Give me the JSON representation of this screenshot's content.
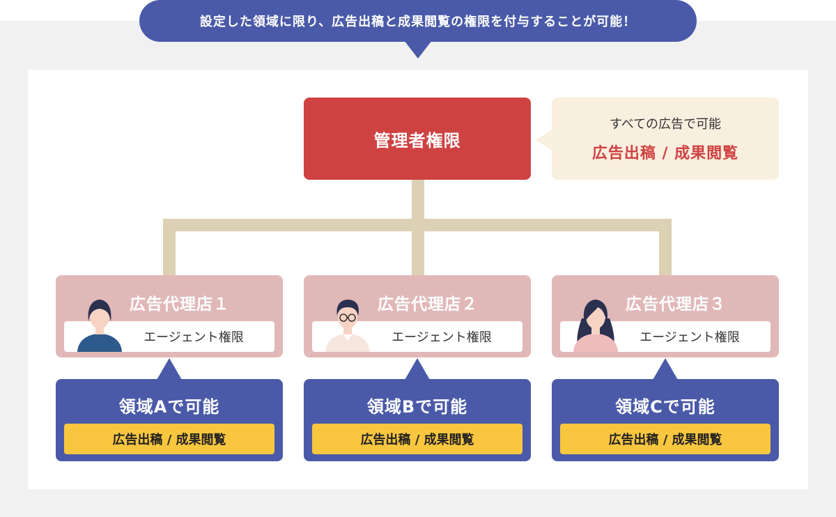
{
  "banner": {
    "text": "設定した領域に限り、広告出稿と成果閲覧の権限を付与することが可能！"
  },
  "admin": {
    "label": "管理者権限",
    "note_line1": "すべての広告で可能",
    "note_line2": "広告出稿 / 成果閲覧"
  },
  "agencies": [
    {
      "title": "広告代理店１",
      "role": "エージェント権限",
      "avatar": "man-avatar-icon"
    },
    {
      "title": "広告代理店２",
      "role": "エージェント権限",
      "avatar": "man-with-glasses-avatar-icon"
    },
    {
      "title": "広告代理店３",
      "role": "エージェント権限",
      "avatar": "woman-avatar-icon"
    }
  ],
  "scopes": [
    {
      "title": "領域Aで可能",
      "badge": "広告出稿 / 成果閲覧"
    },
    {
      "title": "領域Bで可能",
      "badge": "広告出稿 / 成果閲覧"
    },
    {
      "title": "領域Cで可能",
      "badge": "広告出稿 / 成果閲覧"
    }
  ],
  "colors": {
    "banner": "#4a5aa8",
    "admin": "#cf4242",
    "admin_note_bg": "#f9efdf",
    "agency": "#e1b8b8",
    "scope": "#4a5aa8",
    "badge": "#f9c63f",
    "connector": "#dcd0b5"
  }
}
